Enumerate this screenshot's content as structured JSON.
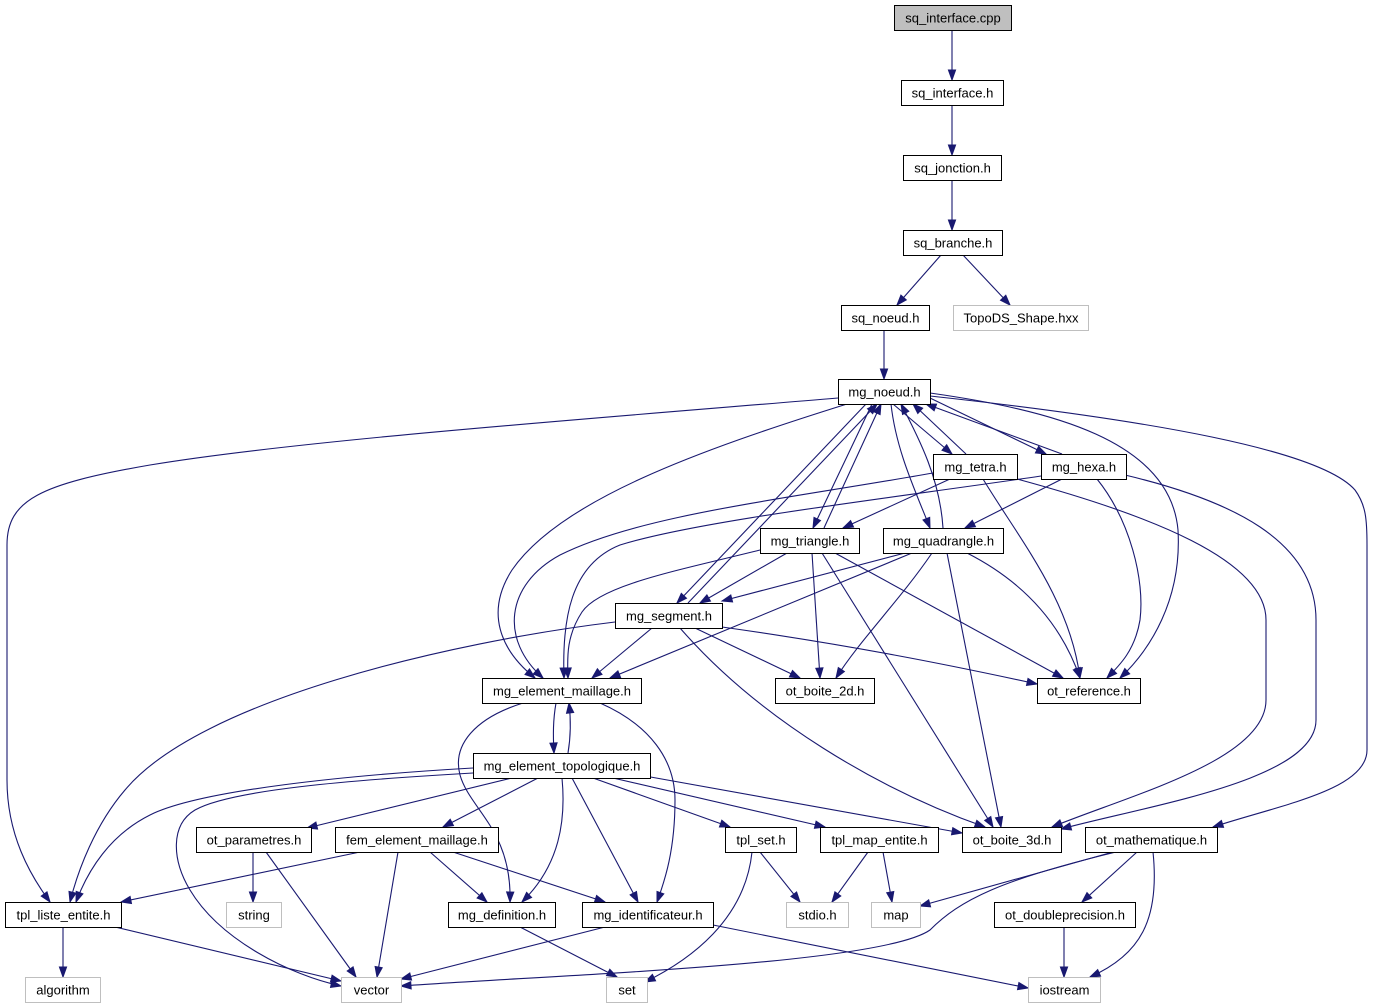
{
  "colors": {
    "edge": "#191970",
    "node_border": "#000000",
    "external_border": "#bfbfbf",
    "highlight_fill": "#bfbfbf",
    "node_fill": "#ffffff"
  },
  "graph": {
    "kind": "include-dependency-graph",
    "nodes": [
      {
        "label": "sq_interface.cpp",
        "style": "highlighted"
      },
      {
        "label": "sq_interface.h",
        "style": "documented"
      },
      {
        "label": "sq_jonction.h",
        "style": "documented"
      },
      {
        "label": "sq_branche.h",
        "style": "documented"
      },
      {
        "label": "sq_noeud.h",
        "style": "documented"
      },
      {
        "label": "TopoDS_Shape.hxx",
        "style": "external"
      },
      {
        "label": "mg_noeud.h",
        "style": "documented"
      },
      {
        "label": "mg_tetra.h",
        "style": "documented"
      },
      {
        "label": "mg_hexa.h",
        "style": "documented"
      },
      {
        "label": "mg_triangle.h",
        "style": "documented"
      },
      {
        "label": "mg_quadrangle.h",
        "style": "documented"
      },
      {
        "label": "mg_segment.h",
        "style": "documented"
      },
      {
        "label": "mg_element_maillage.h",
        "style": "documented"
      },
      {
        "label": "ot_boite_2d.h",
        "style": "documented"
      },
      {
        "label": "ot_reference.h",
        "style": "documented"
      },
      {
        "label": "mg_element_topologique.h",
        "style": "documented"
      },
      {
        "label": "ot_parametres.h",
        "style": "documented"
      },
      {
        "label": "fem_element_maillage.h",
        "style": "documented"
      },
      {
        "label": "tpl_set.h",
        "style": "documented"
      },
      {
        "label": "tpl_map_entite.h",
        "style": "documented"
      },
      {
        "label": "ot_boite_3d.h",
        "style": "documented"
      },
      {
        "label": "ot_mathematique.h",
        "style": "documented"
      },
      {
        "label": "tpl_liste_entite.h",
        "style": "documented"
      },
      {
        "label": "string",
        "style": "external"
      },
      {
        "label": "mg_definition.h",
        "style": "documented"
      },
      {
        "label": "mg_identificateur.h",
        "style": "documented"
      },
      {
        "label": "stdio.h",
        "style": "external"
      },
      {
        "label": "map",
        "style": "external"
      },
      {
        "label": "ot_doubleprecision.h",
        "style": "documented"
      },
      {
        "label": "algorithm",
        "style": "external"
      },
      {
        "label": "vector",
        "style": "external"
      },
      {
        "label": "set",
        "style": "external"
      },
      {
        "label": "iostream",
        "style": "external"
      }
    ],
    "edges": [
      {
        "from": "sq_interface.cpp",
        "to": "sq_interface.h"
      },
      {
        "from": "sq_interface.h",
        "to": "sq_jonction.h"
      },
      {
        "from": "sq_jonction.h",
        "to": "sq_branche.h"
      },
      {
        "from": "sq_branche.h",
        "to": "sq_noeud.h"
      },
      {
        "from": "sq_branche.h",
        "to": "TopoDS_Shape.hxx"
      },
      {
        "from": "sq_noeud.h",
        "to": "mg_noeud.h"
      },
      {
        "from": "mg_noeud.h",
        "to": "tpl_liste_entite.h"
      },
      {
        "from": "mg_noeud.h",
        "to": "mg_element_maillage.h"
      },
      {
        "from": "mg_noeud.h",
        "to": "mg_tetra.h"
      },
      {
        "from": "mg_tetra.h",
        "to": "mg_noeud.h"
      },
      {
        "from": "mg_noeud.h",
        "to": "mg_hexa.h"
      },
      {
        "from": "mg_hexa.h",
        "to": "mg_noeud.h"
      },
      {
        "from": "mg_noeud.h",
        "to": "mg_triangle.h"
      },
      {
        "from": "mg_triangle.h",
        "to": "mg_noeud.h"
      },
      {
        "from": "mg_noeud.h",
        "to": "mg_quadrangle.h"
      },
      {
        "from": "mg_quadrangle.h",
        "to": "mg_noeud.h"
      },
      {
        "from": "mg_noeud.h",
        "to": "mg_segment.h"
      },
      {
        "from": "mg_segment.h",
        "to": "mg_noeud.h"
      },
      {
        "from": "mg_noeud.h",
        "to": "ot_reference.h"
      },
      {
        "from": "mg_noeud.h",
        "to": "ot_mathematique.h"
      },
      {
        "from": "mg_tetra.h",
        "to": "mg_element_maillage.h"
      },
      {
        "from": "mg_tetra.h",
        "to": "mg_triangle.h"
      },
      {
        "from": "mg_tetra.h",
        "to": "ot_reference.h"
      },
      {
        "from": "mg_tetra.h",
        "to": "ot_boite_3d.h"
      },
      {
        "from": "mg_hexa.h",
        "to": "mg_element_maillage.h"
      },
      {
        "from": "mg_hexa.h",
        "to": "mg_quadrangle.h"
      },
      {
        "from": "mg_hexa.h",
        "to": "ot_reference.h"
      },
      {
        "from": "mg_hexa.h",
        "to": "ot_boite_3d.h"
      },
      {
        "from": "mg_triangle.h",
        "to": "mg_segment.h"
      },
      {
        "from": "mg_triangle.h",
        "to": "mg_element_maillage.h"
      },
      {
        "from": "mg_triangle.h",
        "to": "ot_boite_2d.h"
      },
      {
        "from": "mg_triangle.h",
        "to": "ot_reference.h"
      },
      {
        "from": "mg_triangle.h",
        "to": "ot_boite_3d.h"
      },
      {
        "from": "mg_quadrangle.h",
        "to": "mg_segment.h"
      },
      {
        "from": "mg_quadrangle.h",
        "to": "mg_element_maillage.h"
      },
      {
        "from": "mg_quadrangle.h",
        "to": "ot_boite_2d.h"
      },
      {
        "from": "mg_quadrangle.h",
        "to": "ot_reference.h"
      },
      {
        "from": "mg_quadrangle.h",
        "to": "ot_boite_3d.h"
      },
      {
        "from": "mg_segment.h",
        "to": "mg_element_maillage.h"
      },
      {
        "from": "mg_segment.h",
        "to": "ot_boite_2d.h"
      },
      {
        "from": "mg_segment.h",
        "to": "ot_reference.h"
      },
      {
        "from": "mg_segment.h",
        "to": "tpl_liste_entite.h"
      },
      {
        "from": "mg_segment.h",
        "to": "ot_boite_3d.h"
      },
      {
        "from": "mg_element_maillage.h",
        "to": "mg_element_topologique.h"
      },
      {
        "from": "mg_element_topologique.h",
        "to": "mg_element_maillage.h"
      },
      {
        "from": "mg_element_maillage.h",
        "to": "mg_definition.h"
      },
      {
        "from": "mg_element_maillage.h",
        "to": "mg_identificateur.h"
      },
      {
        "from": "mg_element_topologique.h",
        "to": "tpl_liste_entite.h"
      },
      {
        "from": "mg_element_topologique.h",
        "to": "vector"
      },
      {
        "from": "mg_element_topologique.h",
        "to": "ot_parametres.h"
      },
      {
        "from": "mg_element_topologique.h",
        "to": "fem_element_maillage.h"
      },
      {
        "from": "mg_element_topologique.h",
        "to": "mg_definition.h"
      },
      {
        "from": "mg_element_topologique.h",
        "to": "mg_identificateur.h"
      },
      {
        "from": "mg_element_topologique.h",
        "to": "tpl_set.h"
      },
      {
        "from": "mg_element_topologique.h",
        "to": "tpl_map_entite.h"
      },
      {
        "from": "mg_element_topologique.h",
        "to": "ot_boite_3d.h"
      },
      {
        "from": "ot_parametres.h",
        "to": "string"
      },
      {
        "from": "ot_parametres.h",
        "to": "vector"
      },
      {
        "from": "fem_element_maillage.h",
        "to": "tpl_liste_entite.h"
      },
      {
        "from": "fem_element_maillage.h",
        "to": "vector"
      },
      {
        "from": "fem_element_maillage.h",
        "to": "mg_definition.h"
      },
      {
        "from": "fem_element_maillage.h",
        "to": "mg_identificateur.h"
      },
      {
        "from": "tpl_set.h",
        "to": "stdio.h"
      },
      {
        "from": "tpl_set.h",
        "to": "set"
      },
      {
        "from": "tpl_map_entite.h",
        "to": "stdio.h"
      },
      {
        "from": "tpl_map_entite.h",
        "to": "map"
      },
      {
        "from": "ot_mathematique.h",
        "to": "map"
      },
      {
        "from": "ot_mathematique.h",
        "to": "vector"
      },
      {
        "from": "ot_mathematique.h",
        "to": "ot_doubleprecision.h"
      },
      {
        "from": "ot_mathematique.h",
        "to": "iostream"
      },
      {
        "from": "ot_doubleprecision.h",
        "to": "iostream"
      },
      {
        "from": "tpl_liste_entite.h",
        "to": "algorithm"
      },
      {
        "from": "tpl_liste_entite.h",
        "to": "vector"
      },
      {
        "from": "mg_definition.h",
        "to": "set"
      },
      {
        "from": "mg_identificateur.h",
        "to": "vector"
      },
      {
        "from": "mg_identificateur.h",
        "to": "iostream"
      }
    ]
  }
}
